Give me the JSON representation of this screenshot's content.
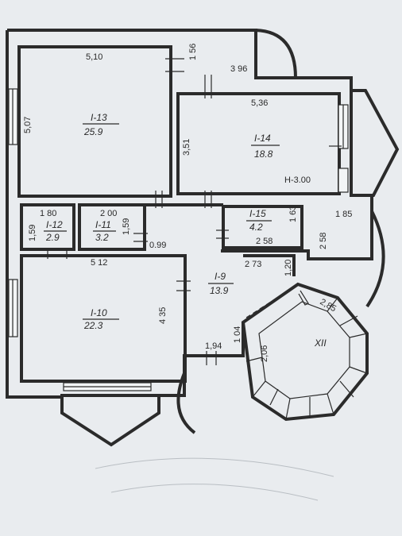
{
  "plan": {
    "rooms": [
      {
        "id": "I-13",
        "area": "25.9"
      },
      {
        "id": "I-14",
        "area": "18.8"
      },
      {
        "id": "I-12",
        "area": "2.9"
      },
      {
        "id": "I-11",
        "area": "3.2"
      },
      {
        "id": "I-15",
        "area": "4.2"
      },
      {
        "id": "I-9",
        "area": "13.9"
      },
      {
        "id": "I-10",
        "area": "22.3"
      }
    ],
    "stair_label": "XII",
    "height_note": "H-3.00",
    "dims": {
      "r13_width": "5,10",
      "r13_depth": "5,07",
      "door_gap": "1 56",
      "top_right": "3 96",
      "r14_width": "5,36",
      "r14_depth": "3,51",
      "r12_width": "1 80",
      "r12_depth": "1,59",
      "r11_width": "2 00",
      "r11_depth": "1,59",
      "hall_short": "0.99",
      "r15_depth": "1 63",
      "r15_width": "2 58",
      "right_width": "1 85",
      "right_depth": "2 58",
      "r10_width": "5 12",
      "r10_depth": "4 35",
      "hall_width": "2 73",
      "hall_side": "1,20",
      "hall_bottom_w": "1,94",
      "hall_bottom_d": "1 04",
      "stair_a": "2,06",
      "stair_b": "2,85"
    }
  }
}
